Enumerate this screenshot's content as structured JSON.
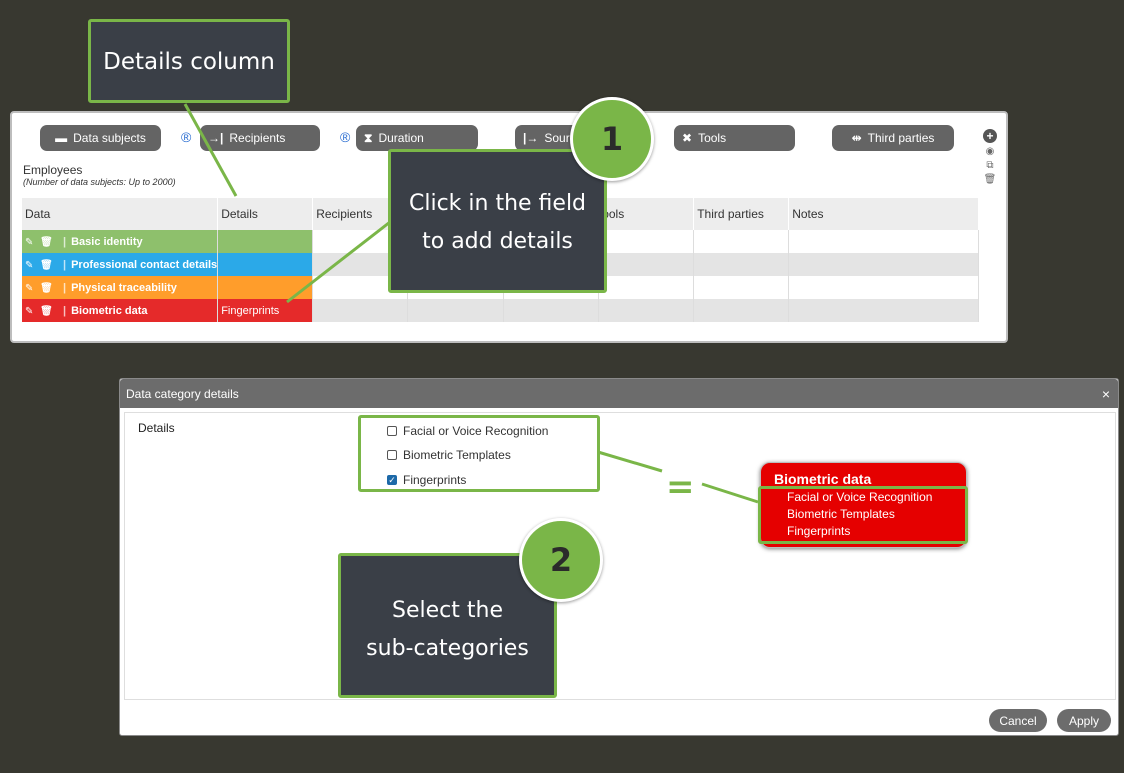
{
  "callouts": {
    "details_column": "Details column",
    "click_line1": "Click in the field",
    "click_line2": "to add details",
    "select_line1": "Select the",
    "select_line2": "sub-categories",
    "badge1": "1",
    "badge2": "2",
    "equals": "="
  },
  "toolbar": {
    "data_subjects": "Data subjects",
    "recipients": "Recipients",
    "duration": "Duration",
    "sources": "Sour",
    "tools": "Tools",
    "third_parties": "Third parties",
    "registered_mark": "®"
  },
  "employees": {
    "title": "Employees",
    "subtitle": "(Number of data subjects: Up to 2000)"
  },
  "table": {
    "headers": [
      "Data",
      "Details",
      "Recipients",
      "",
      "",
      "ools",
      "Third parties",
      "Notes"
    ],
    "rows": [
      {
        "label": "Basic identity",
        "details": "",
        "color": "#8ec06c"
      },
      {
        "label": "Professional contact details",
        "details": "",
        "color": "#2ba9e8"
      },
      {
        "label": "Physical traceability",
        "details": "",
        "color": "#ff9d2b"
      },
      {
        "label": "Biometric data",
        "details": "Fingerprints",
        "color": "#e52a2a"
      }
    ]
  },
  "dialog": {
    "title": "Data category details",
    "close": "×",
    "label": "Details",
    "options": [
      {
        "label": "Facial or Voice Recognition",
        "checked": false
      },
      {
        "label": "Biometric Templates",
        "checked": false
      },
      {
        "label": "Fingerprints",
        "checked": true
      }
    ],
    "cancel": "Cancel",
    "apply": "Apply"
  },
  "result": {
    "title": "Biometric data",
    "items": [
      "Facial or Voice Recognition",
      "Biometric Templates",
      "Fingerprints"
    ]
  },
  "colors": {
    "accent_green": "#7ab648",
    "callout_bg": "#3a3f47",
    "background": "#383830"
  }
}
